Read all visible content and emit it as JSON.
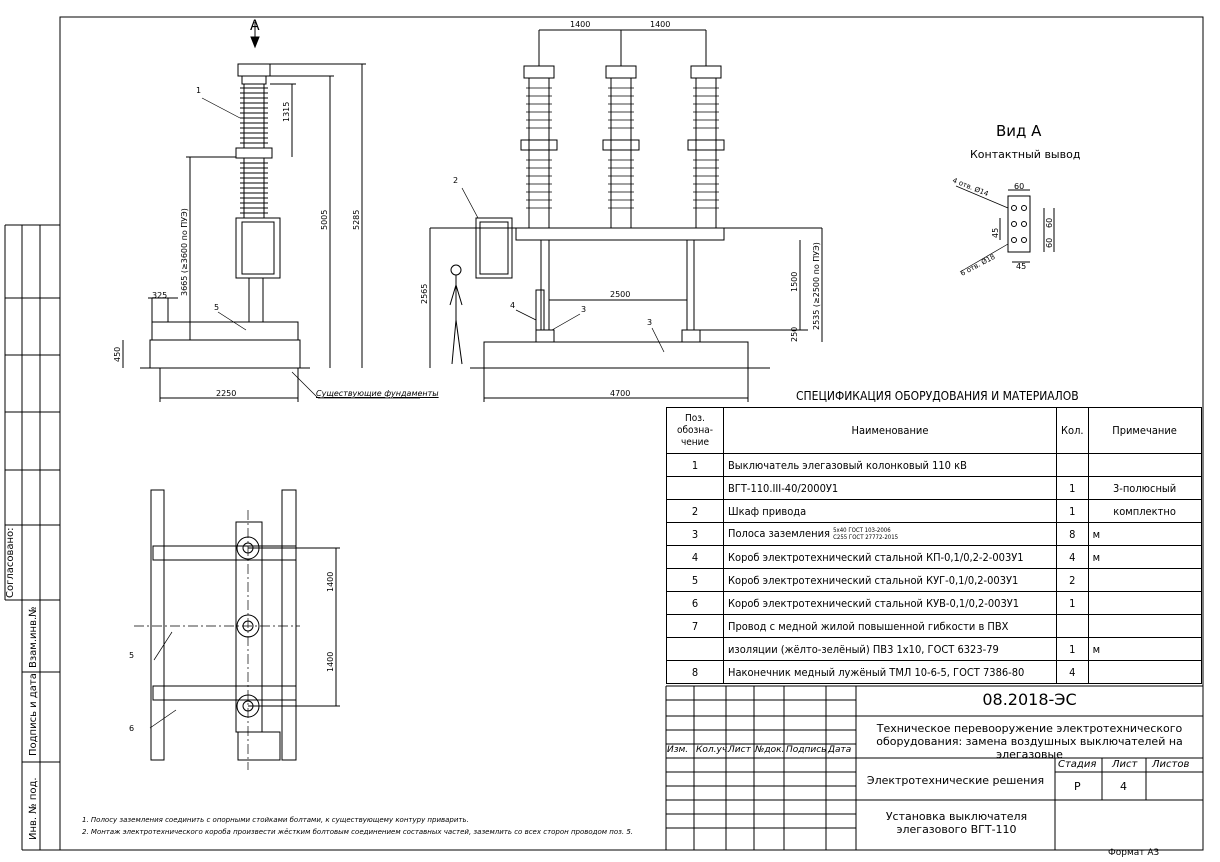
{
  "drawing": {
    "view_label": "Вид А",
    "contact_label": "Контактный вывод",
    "arrow_label": "А",
    "existing_foundations": "Существующие фундаменты",
    "dims": {
      "d1400a": "1400",
      "d1400b": "1400",
      "d1315": "1315",
      "d5005": "5005",
      "d5285": "5285",
      "d3665": "3665 (≥3600 по ПУЭ)",
      "d325": "325",
      "d450": "450",
      "d2250": "2250",
      "d2565": "2565",
      "d2500": "2500",
      "d4700": "4700",
      "d1500": "1500",
      "d250": "250",
      "d2535": "2535 (≥2500 по ПУЭ)",
      "p1400a": "1400",
      "p1400b": "1400",
      "c60a": "60",
      "c60b": "60",
      "c60c": "60",
      "c45a": "45",
      "c45b": "45",
      "c_holes1": "4 отв. Ø14",
      "c_holes2": "6 отв. Ø18"
    },
    "callouts": {
      "n1": "1",
      "n2": "2",
      "n3a": "3",
      "n3b": "3",
      "n4": "4",
      "n5a": "5",
      "n5b": "5",
      "n6": "6"
    },
    "notes": [
      "1. Полосу заземления соединить с опорными стойками болтами, к существующему контуру приварить.",
      "2. Монтаж электротехнического короба произвести жёстким болтовым соединением составных частей, заземлить со всех сторон проводом поз. 5."
    ],
    "side_labels": {
      "agreed": "Согласовано:",
      "inv_sub": "Взам.инв.№",
      "sign_date": "Подпись и дата",
      "inv_orig": "Инв. № под."
    }
  },
  "spec": {
    "title": "СПЕЦИФИКАЦИЯ ОБОРУДОВАНИЯ И МАТЕРИАЛОВ",
    "headers": {
      "pos": "Поз. обозна- чение",
      "name": "Наименование",
      "qty": "Кол.",
      "note": "Примечание"
    },
    "rows": [
      {
        "pos": "1",
        "name": "Выключатель элегазовый колонковый 110 кВ",
        "qty": "",
        "note": ""
      },
      {
        "pos": "",
        "name": "ВГТ-110.III-40/2000У1",
        "qty": "1",
        "note": "3-полюсный"
      },
      {
        "pos": "2",
        "name": "Шкаф привода",
        "qty": "1",
        "note": "комплектно"
      },
      {
        "pos": "3",
        "name": "Полоса заземления",
        "qty": "8",
        "note": "м",
        "sub1": "5х40 ГОСТ 103-2006",
        "sub2": "С255 ГОСТ 27772-2015"
      },
      {
        "pos": "4",
        "name": "Короб электротехнический стальной КП-0,1/0,2-2-003У1",
        "qty": "4",
        "note": "м"
      },
      {
        "pos": "5",
        "name": "Короб электротехнический стальной КУГ-0,1/0,2-003У1",
        "qty": "2",
        "note": ""
      },
      {
        "pos": "6",
        "name": "Короб электротехнический стальной КУВ-0,1/0,2-003У1",
        "qty": "1",
        "note": ""
      },
      {
        "pos": "7",
        "name": "Провод с медной жилой повышенной гибкости в ПВХ",
        "qty": "",
        "note": ""
      },
      {
        "pos": "",
        "name": "изоляции (жёлто-зелёный) ПВ3 1х10, ГОСТ 6323-79",
        "qty": "1",
        "note": "м"
      },
      {
        "pos": "8",
        "name": "Наконечник медный лужёный ТМЛ 10-6-5, ГОСТ 7386-80",
        "qty": "4",
        "note": ""
      }
    ]
  },
  "stamp": {
    "code": "08.2018-ЭС",
    "project": "Техническое перевооружение электротехнического оборудования: замена воздушных выключателей на элегазовые",
    "section": "Электротехнические решения",
    "sheet_title": "Установка выключателя элегазового ВГТ-110",
    "cols": {
      "izm": "Изм.",
      "kol": "Кол.уч.",
      "list": "Лист",
      "ndoc": "№док.",
      "sign": "Подпись",
      "date": "Дата"
    },
    "stage_label": "Стадия",
    "list_label": "Лист",
    "lists_label": "Листов",
    "stage": "Р",
    "list": "4",
    "lists": ""
  },
  "format_label": "Формат А3"
}
